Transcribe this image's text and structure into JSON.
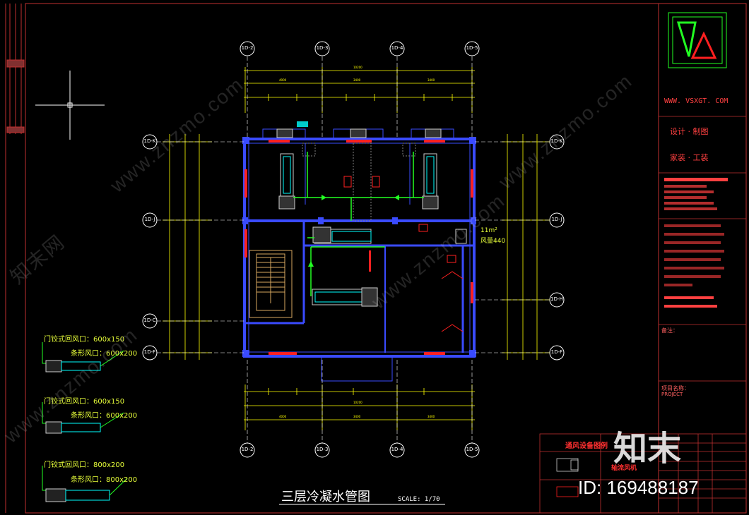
{
  "drawing": {
    "title": "三层冷凝水管图",
    "scale": "SCALE: 1/70"
  },
  "grid_labels": {
    "top": [
      "1D-2",
      "1D-3",
      "1D-4",
      "1D-5"
    ],
    "bottom": [
      "1D-2",
      "1D-3",
      "1D-4",
      "1D-5"
    ],
    "left": [
      "1D-K",
      "1D-J",
      "1D-C",
      "1D-F"
    ],
    "right": [
      "1D-K",
      "1D-J",
      "1D-H",
      "1D-F"
    ]
  },
  "room_annotation": {
    "area": "11m²",
    "airflow": "风量440"
  },
  "legend": [
    {
      "return_label": "门铰式回风口：600x150",
      "supply_label": "条形风口：600x200"
    },
    {
      "return_label": "门铰式回风口：600x150",
      "supply_label": "条形风口：600x200"
    },
    {
      "return_label": "门铰式回风口：800x200",
      "supply_label": "条形风口：800x200"
    }
  ],
  "title_block": {
    "website": "WWW. VSXGT. COM",
    "slogan1": "设计 · 制图",
    "slogan2": "家装 · 工装",
    "notes_label": "备注：",
    "project_label": "项目名称：",
    "project_en": "PROJECT",
    "table_title": "通风设备图例",
    "fan_label": "轴流风机"
  },
  "watermark": {
    "text": "www.znzmo.com",
    "brand": "知末网",
    "logo": "知末",
    "id": "ID: 169488187"
  },
  "colors": {
    "background": "#000000",
    "wall": "#3a4bff",
    "pipe": "#22ff22",
    "red": "#ff2020",
    "dimension": "#ffff00",
    "border": "#c03030"
  }
}
